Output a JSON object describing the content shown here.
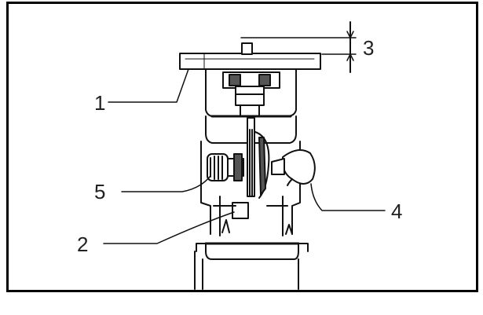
{
  "diagram": {
    "callouts": [
      {
        "id": "1",
        "text": "1"
      },
      {
        "id": "2",
        "text": "2"
      },
      {
        "id": "3",
        "text": "3"
      },
      {
        "id": "4",
        "text": "4"
      },
      {
        "id": "5",
        "text": "5"
      }
    ],
    "colors": {
      "stroke": "#111111",
      "fill": "#ffffff",
      "shade": "#555555",
      "border": "#000000"
    }
  }
}
